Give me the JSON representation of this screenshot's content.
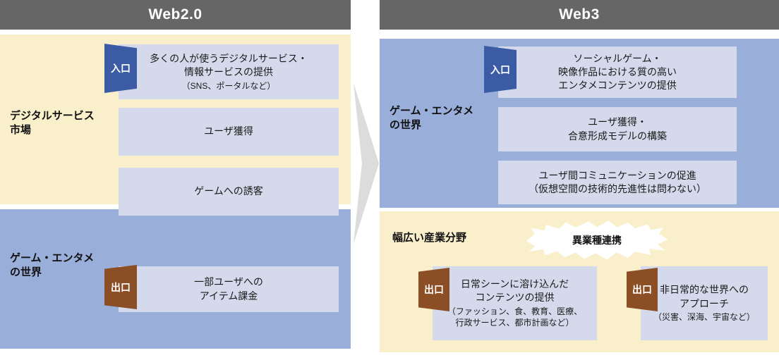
{
  "diagram": {
    "title_left": "Web2.0",
    "title_right": "Web3",
    "colors": {
      "header_gray": "#666666",
      "zone_cream": "#FAEFCB",
      "zone_blue": "#9AAEDA",
      "box_light_blue": "#D4DAEC",
      "door_entrance_blue": "#3B5BA5",
      "door_exit_brown": "#8C4F25",
      "arrow_gray": "#DCDCDC",
      "burst_white": "#FFFFFF"
    },
    "icons": {
      "flow_arrow": "right-arrow-icon",
      "burst": "starburst-icon",
      "door_in": "entrance-door-icon",
      "door_out": "exit-door-icon"
    }
  },
  "left_panel": {
    "header": "Web2.0",
    "zones": [
      {
        "label": "デジタルサービス\n市場",
        "boxes": [
          {
            "door": "入口",
            "main": "多くの人が使うデジタルサービス・\n情報サービスの提供",
            "sub": "（SNS、ポータルなど）"
          },
          {
            "door": "",
            "main": "ユーザ獲得",
            "sub": ""
          },
          {
            "door": "",
            "main": "ゲームへの誘客",
            "sub": ""
          }
        ]
      },
      {
        "label": "ゲーム・エンタメ\nの世界",
        "boxes": [
          {
            "door": "出口",
            "main": "一部ユーザへの\nアイテム課金",
            "sub": ""
          }
        ]
      }
    ]
  },
  "right_panel": {
    "header": "Web3",
    "zones": [
      {
        "label": "ゲーム・エンタメ\nの世界",
        "boxes": [
          {
            "door": "入口",
            "main": "ソーシャルゲーム・\n映像作品における質の高い\nエンタメコンテンツの提供",
            "sub": ""
          },
          {
            "door": "",
            "main": "ユーザ獲得・\n合意形成モデルの構築",
            "sub": ""
          },
          {
            "door": "",
            "main": "ユーザ間コミュニケーションの促進\n（仮想空間の技術的先進性は問わない）",
            "sub": ""
          }
        ]
      },
      {
        "label": "幅広い産業分野",
        "burst": "異業種連携",
        "boxes": [
          {
            "door": "出口",
            "main": "日常シーンに溶け込んだ\nコンテンツの提供",
            "sub": "（ファッション、食、教育、医療、\n行政サービス、都市計画など）"
          },
          {
            "door": "出口",
            "main": "非日常的な世界への\nアプローチ",
            "sub": "（災害、深海、宇宙など）"
          }
        ]
      }
    ]
  }
}
